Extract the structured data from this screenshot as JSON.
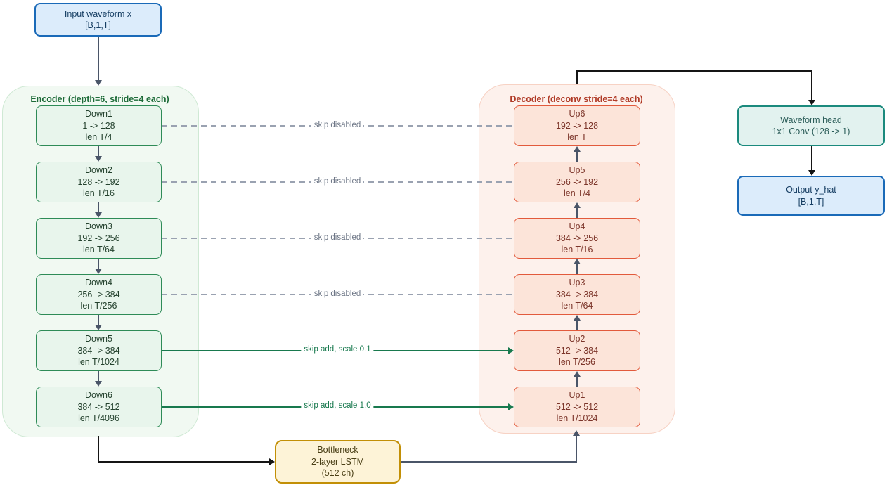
{
  "diagram": {
    "input": {
      "line1": "Input waveform x",
      "line2": "[B,1,T]"
    },
    "output": {
      "line1": "Output y_hat",
      "line2": "[B,1,T]"
    },
    "head": {
      "line1": "Waveform head",
      "line2": "1x1 Conv (128 -> 1)"
    },
    "bottleneck": {
      "line1": "Bottleneck",
      "line2": "2-layer LSTM",
      "line3": "(512 ch)"
    },
    "encoder": {
      "title": "Encoder (depth=6, stride=4 each)",
      "blocks": [
        {
          "name": "Down1",
          "channels": "1 -> 128",
          "length": "len T/4"
        },
        {
          "name": "Down2",
          "channels": "128 -> 192",
          "length": "len T/16"
        },
        {
          "name": "Down3",
          "channels": "192 -> 256",
          "length": "len T/64"
        },
        {
          "name": "Down4",
          "channels": "256 -> 384",
          "length": "len T/256"
        },
        {
          "name": "Down5",
          "channels": "384 -> 384",
          "length": "len T/1024"
        },
        {
          "name": "Down6",
          "channels": "384 -> 512",
          "length": "len T/4096"
        }
      ]
    },
    "decoder": {
      "title": "Decoder (deconv stride=4 each)",
      "blocks": [
        {
          "name": "Up6",
          "channels": "192 -> 128",
          "length": "len T"
        },
        {
          "name": "Up5",
          "channels": "256 -> 192",
          "length": "len T/4"
        },
        {
          "name": "Up4",
          "channels": "384 -> 256",
          "length": "len T/16"
        },
        {
          "name": "Up3",
          "channels": "384 -> 384",
          "length": "len T/64"
        },
        {
          "name": "Up2",
          "channels": "512 -> 384",
          "length": "len T/256"
        },
        {
          "name": "Up1",
          "channels": "512 -> 512",
          "length": "len T/1024"
        }
      ]
    },
    "skips": {
      "disabled_label": "skip disabled",
      "add_labels": [
        "skip add, scale 0.1",
        "skip add, scale 1.0"
      ]
    },
    "colors": {
      "blue_fill": "#dcecfb",
      "blue_border": "#1a6ab8",
      "encoder_fill": "#f1f9f2",
      "encoder_border": "#cfe9d4",
      "down_fill": "#e8f5ec",
      "down_border": "#2e8b57",
      "encoder_title": "#1d6b38",
      "decoder_fill": "#fdf1ec",
      "decoder_border": "#f7d2c4",
      "up_fill": "#fce4d9",
      "up_border": "#e25a3c",
      "decoder_title": "#b03a26",
      "teal_fill": "#e2f2ef",
      "teal_border": "#1b8a7d",
      "gold_fill": "#fdf3d7",
      "gold_border": "#c28f06",
      "edge_slate": "#4a5568",
      "edge_black": "#151515",
      "edge_green": "#18794e",
      "edge_dash": "#9aa2b1"
    }
  }
}
